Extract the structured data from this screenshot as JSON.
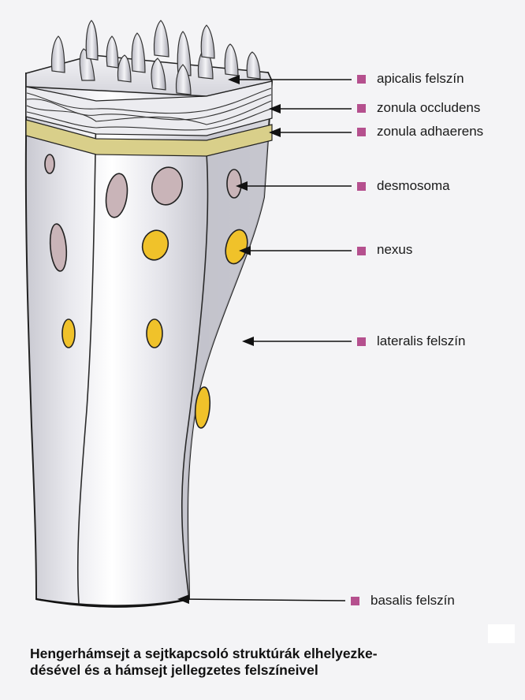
{
  "labels": {
    "apical_surface": "apicalis felszín",
    "zonula_occludens": "zonula occludens",
    "zonula_adhaerens": "zonula adhaerens",
    "desmosome": "desmosoma",
    "nexus": "nexus",
    "lateral_surface": "lateralis felszín",
    "basal_surface": "basalis felszín"
  },
  "caption": {
    "line1": "Hengerhámsejt a sejtkapcsoló struktúrák elhelyezke-",
    "line2": "désével és a hámsejt jellegzetes felszíneivel"
  },
  "colors": {
    "bullet": "#b5508e",
    "adhaerens_band": "#d9cf8a",
    "desmosome": "#c9b4b8",
    "nexus": "#f0c22a",
    "cell_body": "#d8d8de",
    "cell_highlight": "#ffffff"
  }
}
